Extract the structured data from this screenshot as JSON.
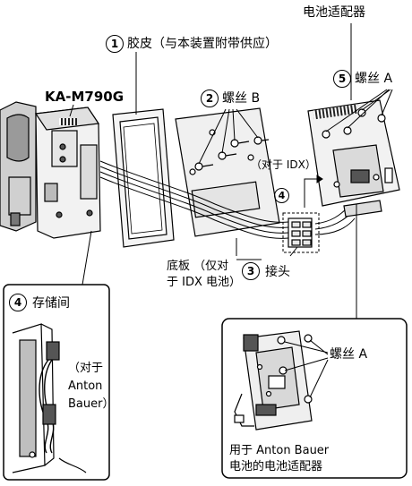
{
  "labels": {
    "camera_model": "KA-M790G",
    "battery_adapter": "电池适配器",
    "gasket_num": "1",
    "gasket_text": "胶皮（与本装置附带供应）",
    "screw_b_num": "2",
    "screw_b_text": "螺丝 B",
    "screw_a_num": "5",
    "screw_a_text": "螺丝 A",
    "for_idx": "（对于 IDX）",
    "storage_marker": "4",
    "base_plate_line1": "底板 （仅对",
    "base_plate_line2": "于 IDX 电池）",
    "connector_num": "3",
    "connector_text": "接头",
    "storage_num": "4",
    "storage_text": "存储间",
    "anton_line1": "（对于",
    "anton_line2": "Anton",
    "anton_line3": "Bauer）",
    "inset_screw_a": "螺丝 A",
    "inset_caption_line1": "用于 Anton Bauer",
    "inset_caption_line2": "电池的电池适配器"
  },
  "colors": {
    "line": "#000000",
    "fill_light": "#f2f2f2",
    "fill_mid": "#d9d9d9",
    "fill_dark": "#555555",
    "background": "#ffffff"
  }
}
